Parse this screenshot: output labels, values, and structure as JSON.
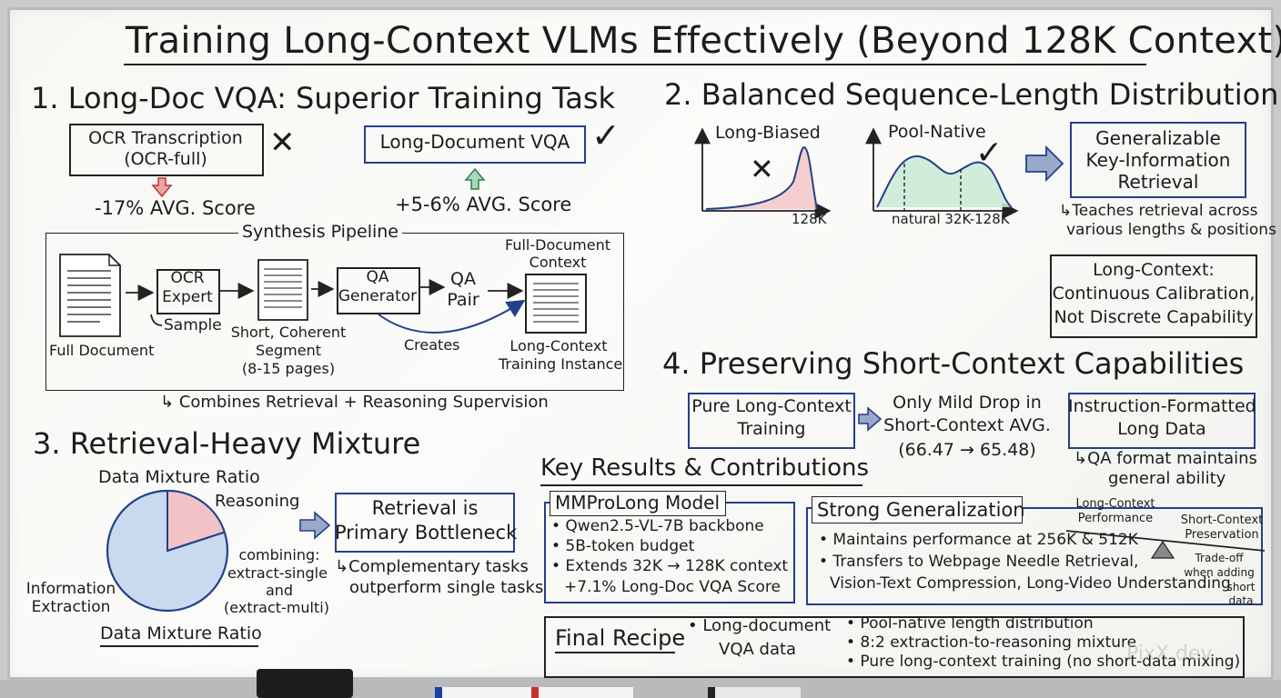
{
  "title": "Training Long-Context VLMs Effectively (Beyond 128K Context)",
  "s1": {
    "heading": "1. Long-Doc VQA: Superior Training Task",
    "ocr_box": [
      "OCR Transcription",
      "(OCR-full)"
    ],
    "ocr_score": "-17% AVG. Score",
    "vqa_box": "Long-Document VQA",
    "vqa_score": "+5-6% AVG. Score",
    "pipeline_title": "Synthesis Pipeline",
    "full_doc": "Full Document",
    "ocr_expert": [
      "OCR",
      "Expert"
    ],
    "sample": "Sample",
    "segment": [
      "Short, Coherent",
      "Segment",
      "(8-15 pages)"
    ],
    "qa_gen": [
      "QA",
      "Generator"
    ],
    "qa_pair": [
      "QA",
      "Pair"
    ],
    "creates": "Creates",
    "full_context": [
      "Full-Document",
      "Context"
    ],
    "instance": [
      "Long-Context",
      "Training Instance"
    ],
    "note": "Combines Retrieval + Reasoning Supervision"
  },
  "s2": {
    "heading": "2. Balanced Sequence-Length Distribution",
    "long_biased": "Long-Biased",
    "tick_128k": "128K",
    "pool_native": "Pool-Native",
    "natural": "natural 32K-128K",
    "gen_box": [
      "Generalizable",
      "Key-Information",
      "Retrieval"
    ],
    "teaches": [
      "Teaches retrieval across",
      "various lengths & positions"
    ],
    "calib_box": [
      "Long-Context:",
      "Continuous Calibration,",
      "Not Discrete Capability"
    ]
  },
  "s3": {
    "heading": "3. Retrieval-Heavy Mixture",
    "ratio_top": "Data Mixture Ratio",
    "ratio_bottom": "Data Mixture Ratio",
    "reasoning": "Reasoning",
    "pct_20": "20%",
    "pct_80": "80%",
    "info_inside": [
      "Information",
      "Extraction"
    ],
    "info_outside": [
      "Information",
      "Extraction"
    ],
    "combining": [
      "combining:",
      "extract-single",
      "and",
      "(extract-multi)"
    ],
    "bottleneck_box": [
      "Retrieval is",
      "Primary Bottleneck"
    ],
    "complementary": [
      "Complementary tasks",
      "outperform single tasks"
    ]
  },
  "s4": {
    "heading": "4. Preserving Short-Context Capabilities",
    "pure_box": [
      "Pure Long-Context",
      "Training"
    ],
    "mild_drop": [
      "Only Mild Drop in",
      "Short-Context AVG.",
      "(66.47 → 65.48)"
    ],
    "instr_box": [
      "Instruction-Formatted",
      "Long Data"
    ],
    "qa_format": [
      "QA format maintains",
      "general ability"
    ]
  },
  "results": {
    "heading": "Key Results & Contributions",
    "model_title": "MMProLong Model",
    "model_bullets": [
      "• Qwen2.5-VL-7B backbone",
      "• 5B-token budget",
      "• Extends 32K → 128K context"
    ],
    "model_score": "+7.1% Long-Doc VQA Score",
    "gen_title": "Strong Generalization",
    "gen_bullets": [
      "• Maintains performance at 256K & 512K",
      "• Transfers to Webpage Needle Retrieval,",
      "Vision-Text Compression, Long-Video Understanding"
    ],
    "lc_perf": [
      "Long-Context",
      "Performance"
    ],
    "sc_pres": [
      "Short-Context",
      "Preservation"
    ],
    "tradeoff": [
      "Trade-off",
      "when adding",
      "short",
      "data"
    ]
  },
  "recipe": {
    "label": "Final Recipe",
    "col1": [
      "• Long-document",
      "VQA data"
    ],
    "col2": [
      "• Pool-native length distribution",
      "• 8:2 extraction-to-reasoning mixture",
      "• Pure long-context training (no short-data mixing)"
    ]
  },
  "watermark": "PixX.dev",
  "colors": {
    "ink": "#1c1c1c",
    "blue": "#24408a",
    "red": "#c8302c",
    "green": "#2f7d55"
  }
}
